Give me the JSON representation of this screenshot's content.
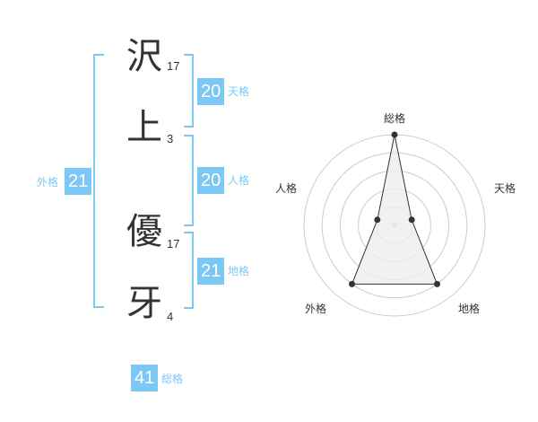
{
  "name": {
    "chars": [
      {
        "char": "沢",
        "strokes": "17"
      },
      {
        "char": "上",
        "strokes": "3"
      },
      {
        "char": "優",
        "strokes": "17"
      },
      {
        "char": "牙",
        "strokes": "4"
      }
    ]
  },
  "kaku": {
    "tenkaku": {
      "value": "20",
      "label": "天格"
    },
    "jinkaku": {
      "value": "20",
      "label": "人格"
    },
    "chikaku": {
      "value": "21",
      "label": "地格"
    },
    "gaikaku": {
      "value": "21",
      "label": "外格"
    },
    "soukaku": {
      "value": "41",
      "label": "総格"
    }
  },
  "colors": {
    "accent": "#7cc8f5",
    "text": "#333333",
    "grid": "#cccccc",
    "fill": "#eeeeee"
  },
  "chart_data": {
    "type": "radar",
    "axes": [
      "総格",
      "天格",
      "地格",
      "外格",
      "人格"
    ],
    "values": [
      5,
      1,
      4,
      4,
      1
    ],
    "max": 5,
    "rings": 5
  }
}
